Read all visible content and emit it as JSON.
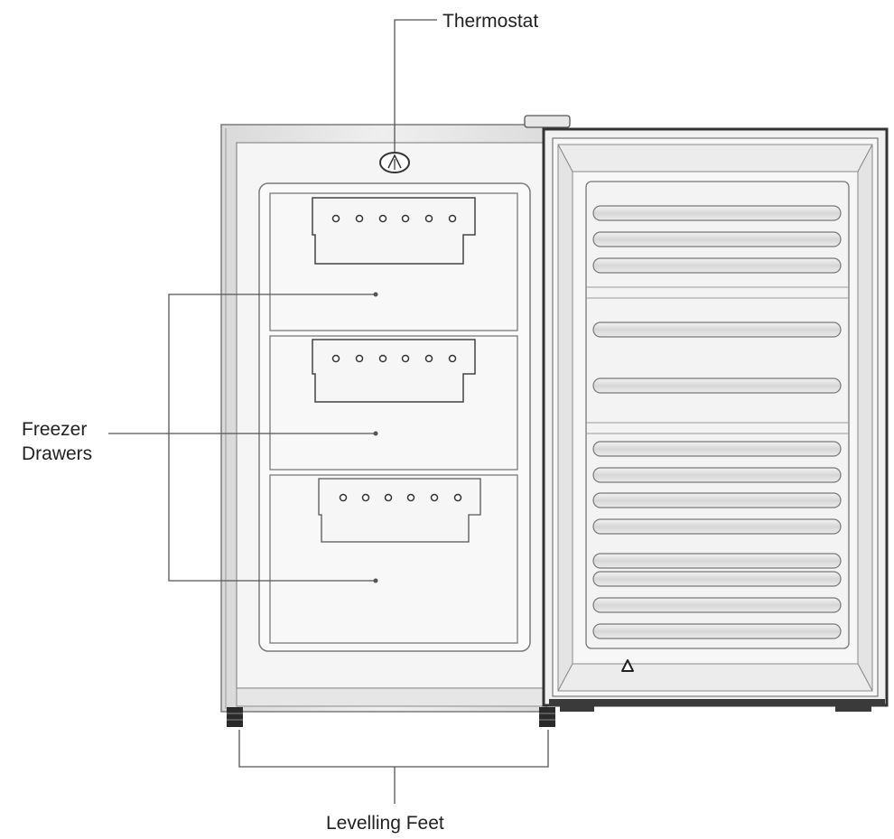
{
  "labels": {
    "thermostat": "Thermostat",
    "freezer_line1": "Freezer",
    "freezer_line2": "Drawers",
    "levelling_feet": "Levelling Feet"
  },
  "colors": {
    "line": "#555555",
    "outline": "#7a7a7a",
    "fill": "#f2f2f2",
    "dark": "#333333"
  }
}
